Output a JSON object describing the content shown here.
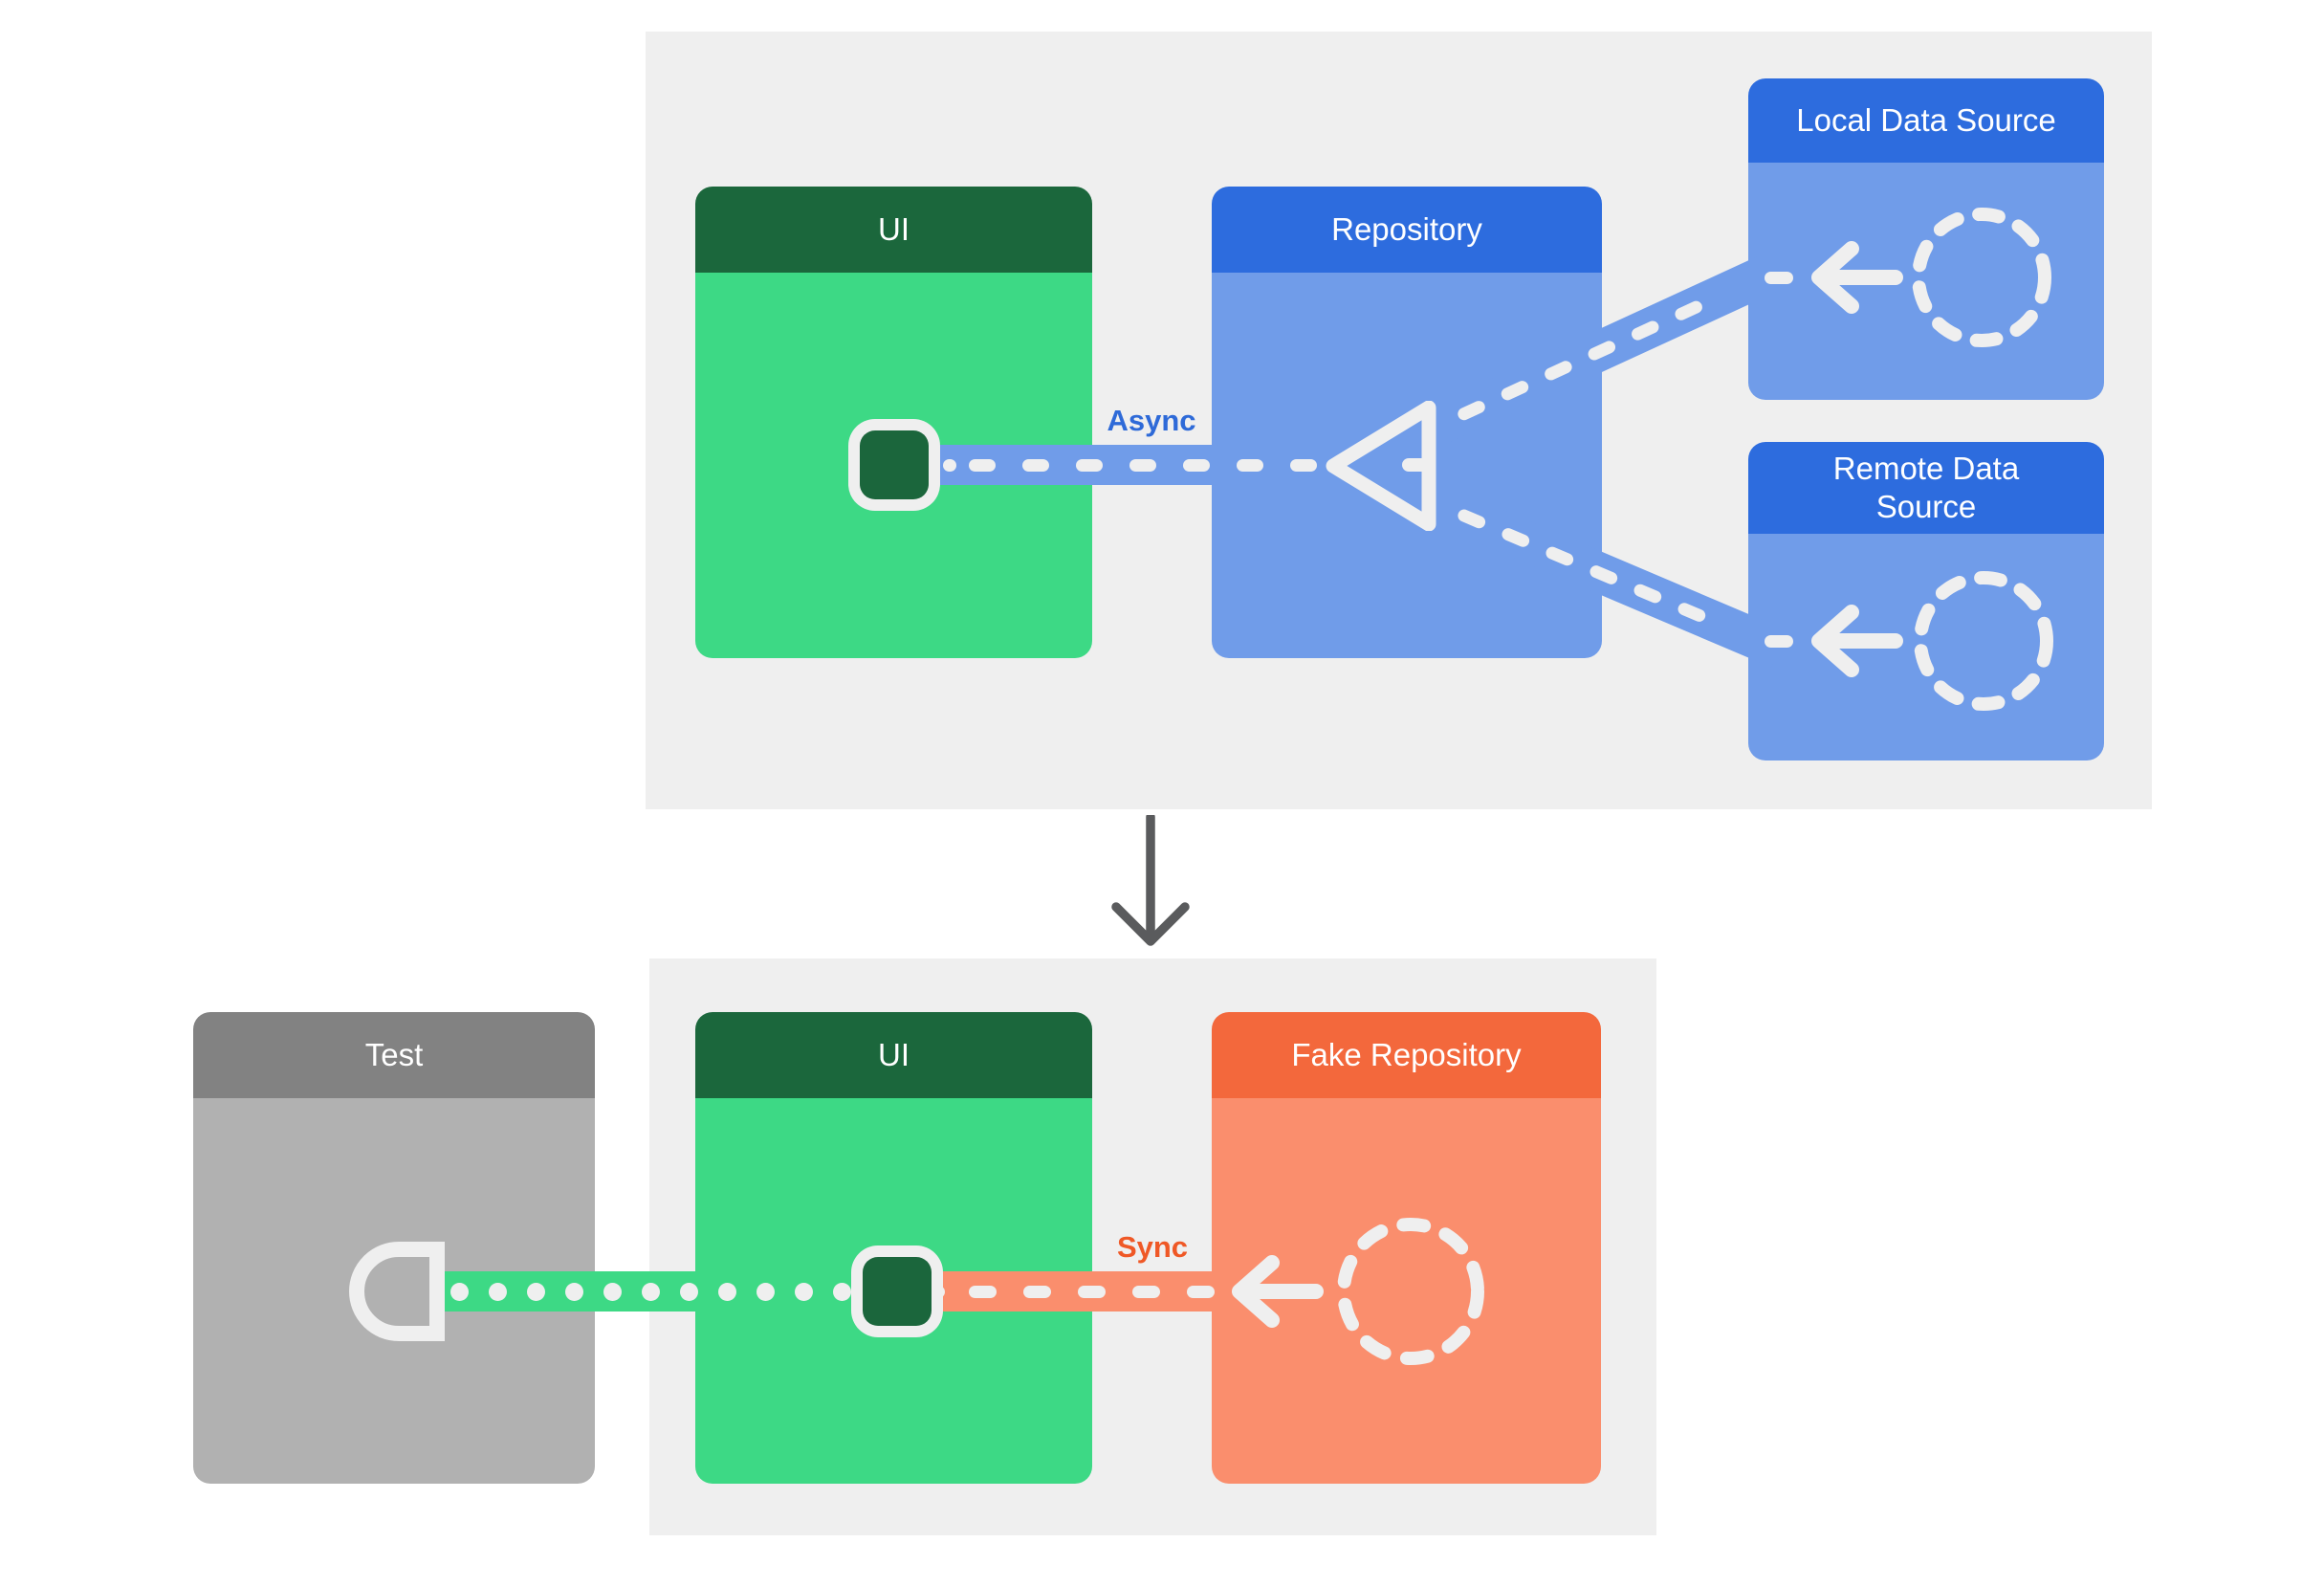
{
  "diagram": {
    "top_panel": {
      "ui_box": {
        "title": "UI"
      },
      "repository_box": {
        "title": "Repository"
      },
      "local_source_box": {
        "title": "Local Data Source"
      },
      "remote_source_box": {
        "title": "Remote Data Source"
      },
      "connection_label": "Async"
    },
    "bottom_panel": {
      "test_box": {
        "title": "Test"
      },
      "ui_box": {
        "title": "UI"
      },
      "fake_repository_box": {
        "title": "Fake Repository"
      },
      "connection_label": "Sync"
    },
    "icons": {
      "ui_state": "state-holder-square",
      "data_source": "dashed-circle",
      "merge": "left-triangle-outline",
      "flow": "left-arrow",
      "test_socket": "half-circle-socket",
      "between_panels": "down-arrow"
    },
    "colors": {
      "page_background": "#ffffff",
      "panel_background": "#efefef",
      "green_header": "#1b673c",
      "green_body": "#3dd985",
      "blue_header": "#2d6cde",
      "blue_body": "#709ce9",
      "gray_header": "#828282",
      "gray_body": "#b1b1b1",
      "orange_header": "#f3683c",
      "salmon_body": "#fa8e6d",
      "async_label": "#2e6ad8",
      "sync_label": "#ef5826",
      "down_arrow": "#5a5b5d",
      "ink_white": "#efefef",
      "header_text": "#ffffff"
    }
  }
}
